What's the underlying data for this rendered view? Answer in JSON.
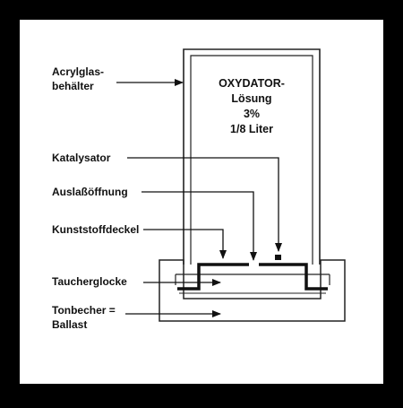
{
  "labels": {
    "acrylglas": [
      "Acrylglas-",
      "behälter"
    ],
    "katalysator": "Katalysator",
    "auslass": "Auslaßöffnung",
    "deckel": "Kunststoffdeckel",
    "taucherglocke": "Taucherglocke",
    "tonbecher": [
      "Tonbecher =",
      "Ballast"
    ]
  },
  "container_text": [
    "OXYDATOR-",
    "Lösung",
    "3%",
    "1/8 Liter"
  ],
  "colors": {
    "frame": "#000000",
    "paper": "#ffffff",
    "ink": "#111111"
  }
}
